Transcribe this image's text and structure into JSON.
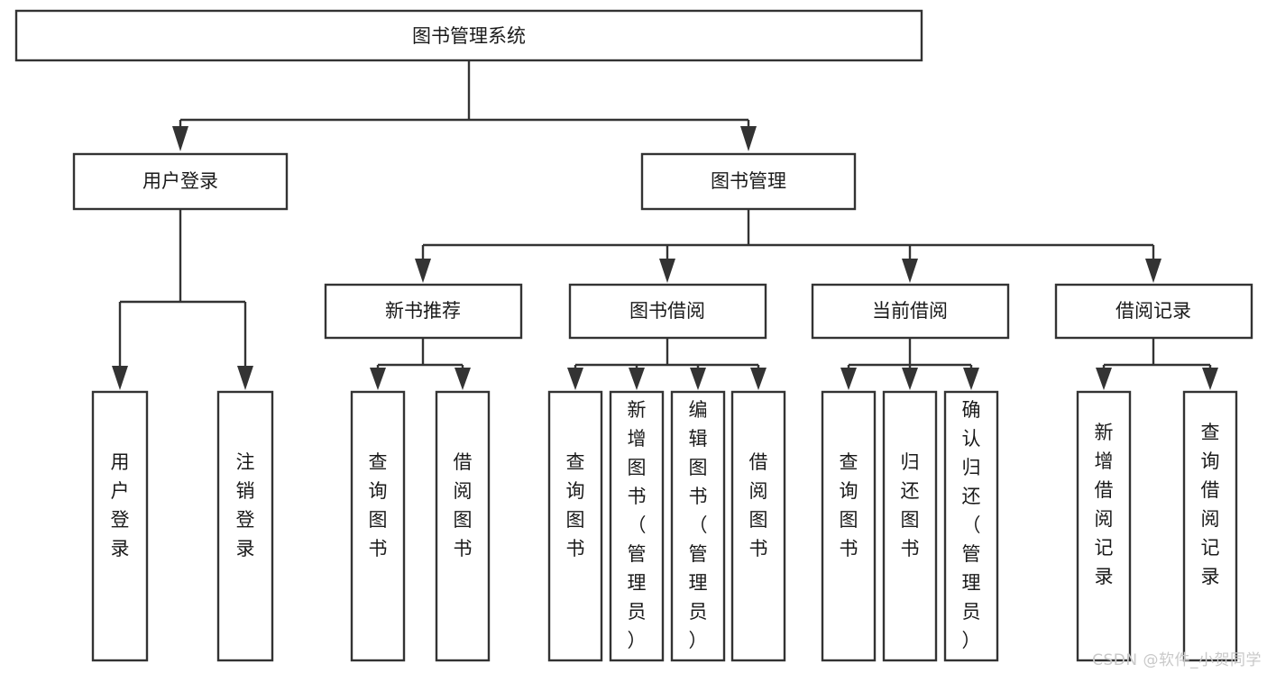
{
  "diagram": {
    "type": "tree-hierarchy-chart",
    "title": "图书管理系统",
    "watermark": "CSDN @软件_小贺同学",
    "colors": {
      "box_stroke": "#333333",
      "box_fill": "#ffffff",
      "text": "#1a1a1a",
      "background": "#ffffff",
      "watermark": "#c9c9c9"
    },
    "root": {
      "label": "图书管理系统"
    },
    "level2": [
      {
        "label": "用户登录"
      },
      {
        "label": "图书管理"
      }
    ],
    "level3": [
      {
        "label": "新书推荐"
      },
      {
        "label": "图书借阅"
      },
      {
        "label": "当前借阅"
      },
      {
        "label": "借阅记录"
      }
    ],
    "leaves": {
      "user_login": [
        "用户登录",
        "注销登录"
      ],
      "new_book_recommend": [
        "查询图书",
        "借阅图书"
      ],
      "book_borrow": [
        "查询图书",
        "新增图书（管理员）",
        "编辑图书（管理员）",
        "借阅图书"
      ],
      "current_borrow": [
        "查询图书",
        "归还图书",
        "确认归还（管理员）"
      ],
      "borrow_record": [
        "新增借阅记录",
        "查询借阅记录"
      ]
    }
  }
}
